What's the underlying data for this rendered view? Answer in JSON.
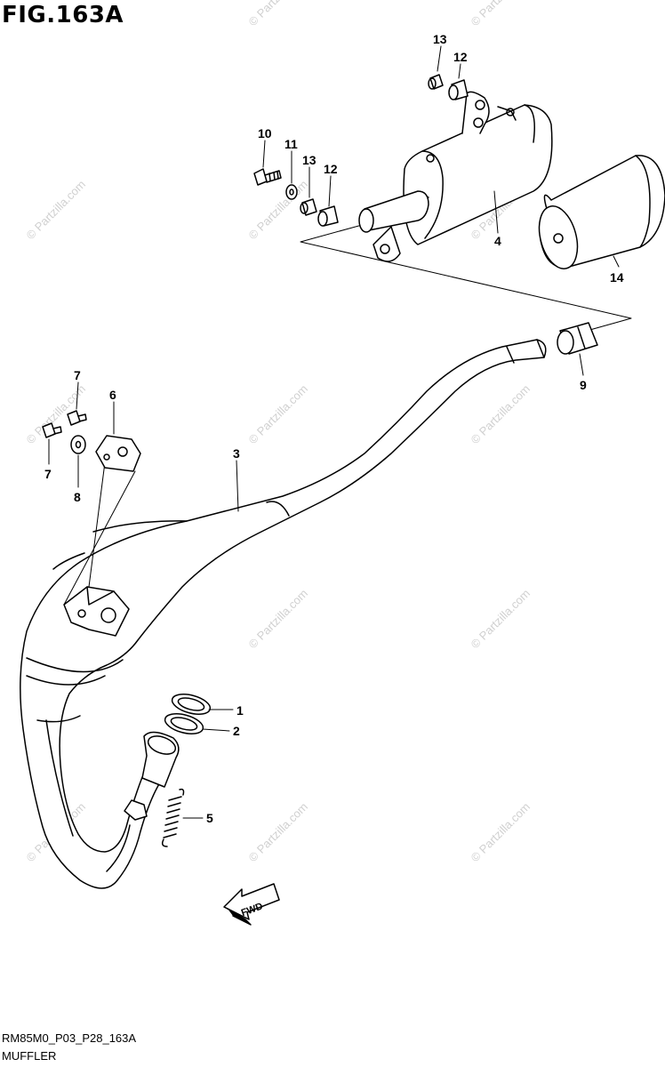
{
  "title": "FIG.163A",
  "figure_code": "RM85M0_P03_P28_163A",
  "caption": "MUFFLER",
  "watermark": "© Partzilla.com",
  "direction_label": "FWD",
  "callouts": [
    {
      "id": "c13a",
      "text": "13"
    },
    {
      "id": "c12a",
      "text": "12"
    },
    {
      "id": "c10",
      "text": "10"
    },
    {
      "id": "c11",
      "text": "11"
    },
    {
      "id": "c13b",
      "text": "13"
    },
    {
      "id": "c12b",
      "text": "12"
    },
    {
      "id": "c4",
      "text": "4"
    },
    {
      "id": "c14",
      "text": "14"
    },
    {
      "id": "c9",
      "text": "9"
    },
    {
      "id": "c7a",
      "text": "7"
    },
    {
      "id": "c6",
      "text": "6"
    },
    {
      "id": "c7b",
      "text": "7"
    },
    {
      "id": "c8",
      "text": "8"
    },
    {
      "id": "c3",
      "text": "3"
    },
    {
      "id": "c1",
      "text": "1"
    },
    {
      "id": "c2",
      "text": "2"
    },
    {
      "id": "c5",
      "text": "5"
    }
  ]
}
